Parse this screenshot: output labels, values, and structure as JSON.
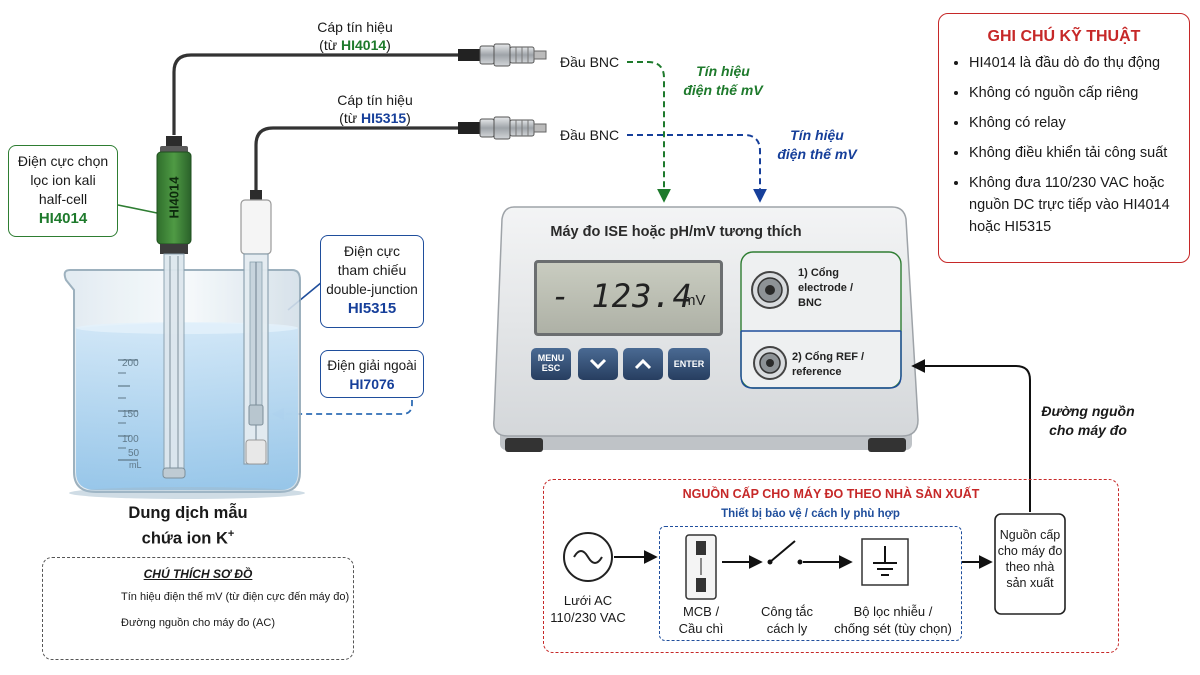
{
  "cables": {
    "hi4014": {
      "line1": "Cáp tín hiệu",
      "prefix": "(từ ",
      "model": "HI4014",
      "suffix": ")"
    },
    "hi5315": {
      "line1": "Cáp tín hiệu",
      "prefix": "(từ ",
      "model": "HI5315",
      "suffix": ")"
    }
  },
  "bnc_label": "Đầu BNC",
  "signal_labels": {
    "green": {
      "line1": "Tín hiệu",
      "line2": "điện thế mV"
    },
    "blue": {
      "line1": "Tín hiệu",
      "line2": "điện thế mV"
    }
  },
  "electrode_ise": {
    "line1": "Điện cực chọn",
    "line2": "lọc ion kali",
    "line3": "half-cell",
    "model": "HI4014"
  },
  "electrode_body_text": "HI4014",
  "reference_electrode": {
    "line1": "Điện cực",
    "line2": "tham chiếu",
    "line3": "double-junction",
    "model": "HI5315"
  },
  "electrolyte": {
    "line1": "Điện giải ngoài",
    "model": "HI7076"
  },
  "beaker": {
    "ticks": [
      "200",
      "150",
      "100",
      "50"
    ],
    "unit": "mL",
    "caption_line1": "Dung dịch mẫu",
    "caption_line2_prefix": "chứa ion K",
    "caption_sup": "+"
  },
  "meter": {
    "title": "Máy đo ISE hoặc pH/mV tương thích",
    "reading": "- 123.4",
    "unit": "mV",
    "buttons": {
      "menu_line1": "MENU",
      "menu_line2": "ESC",
      "enter": "ENTER"
    },
    "port1": {
      "line1": "1) Cổng",
      "line2": "electrode /",
      "line3": "BNC"
    },
    "port2": {
      "line1": "2) Cổng REF /",
      "line2": "reference"
    }
  },
  "power_path_label": {
    "line1": "Đường nguồn",
    "line2": "cho máy đo"
  },
  "notes": {
    "title": "GHI CHÚ KỸ THUẬT",
    "items": [
      "HI4014 là đầu dò đo thụ động",
      "Không có nguồn cấp riêng",
      "Không có relay",
      "Không điều khiển tải công suất",
      "Không đưa 110/230 VAC hoặc nguồn DC trực tiếp vào HI4014 hoặc HI5315"
    ]
  },
  "power_section": {
    "title": "NGUỒN CẤP CHO MÁY ĐO THEO NHÀ SẢN XUẤT",
    "protection_title": "Thiết bị bảo vệ / cách ly phù hợp",
    "ac_source": {
      "line1": "Lưới AC",
      "line2": "110/230 VAC"
    },
    "mcb": {
      "line1": "MCB /",
      "line2": "Cầu chì"
    },
    "switch": {
      "line1": "Công tắc",
      "line2": "cách ly"
    },
    "filter": {
      "line1": "Bộ lọc nhiễu /",
      "line2": "chống sét (tùy chọn)"
    },
    "supply": {
      "line1": "Nguồn cấp",
      "line2": "cho máy đo",
      "line3": "theo nhà",
      "line4": "sản xuất"
    }
  },
  "legend": {
    "title": "CHÚ THÍCH SƠ ĐỒ",
    "signal": "Tín hiệu điện thế mV (từ điện cực đến máy đo)",
    "power": "Đường nguồn cho máy đo (AC)"
  },
  "colors": {
    "signal_green": "#1e7a2c",
    "signal_blue": "#163f9a",
    "power_black": "#111111",
    "note_red": "#c62828"
  }
}
